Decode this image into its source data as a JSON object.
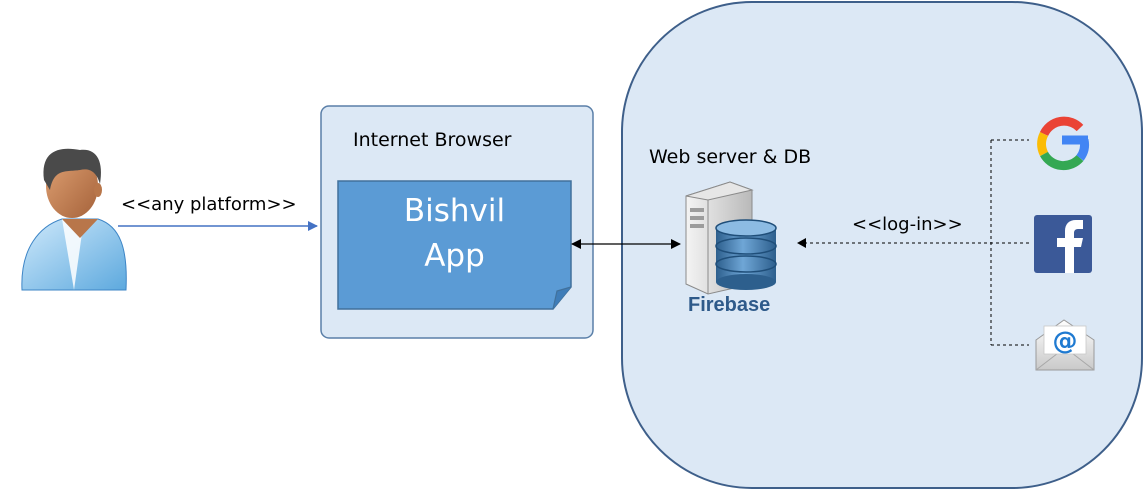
{
  "user": {
    "icon": "user-icon",
    "edge_label": "<<any platform>>"
  },
  "browser": {
    "title": "Internet Browser",
    "app_line1": "Bishvil",
    "app_line2": "App"
  },
  "server": {
    "title": "Web server & DB",
    "name": "Firebase",
    "icon": "database-server-icon"
  },
  "login": {
    "edge_label": "<<log-in>>",
    "providers": [
      {
        "name": "Google",
        "icon": "google-icon"
      },
      {
        "name": "Facebook",
        "icon": "facebook-icon"
      },
      {
        "name": "Email",
        "icon": "email-icon"
      }
    ]
  },
  "colors": {
    "cloud_fill": "#dce8f5",
    "cloud_stroke": "#3e5f8a",
    "app_fill": "#5b9bd5",
    "app_stroke": "#41719c",
    "firebase_text": "#2e5a8a",
    "arrow": "#4472c4"
  }
}
